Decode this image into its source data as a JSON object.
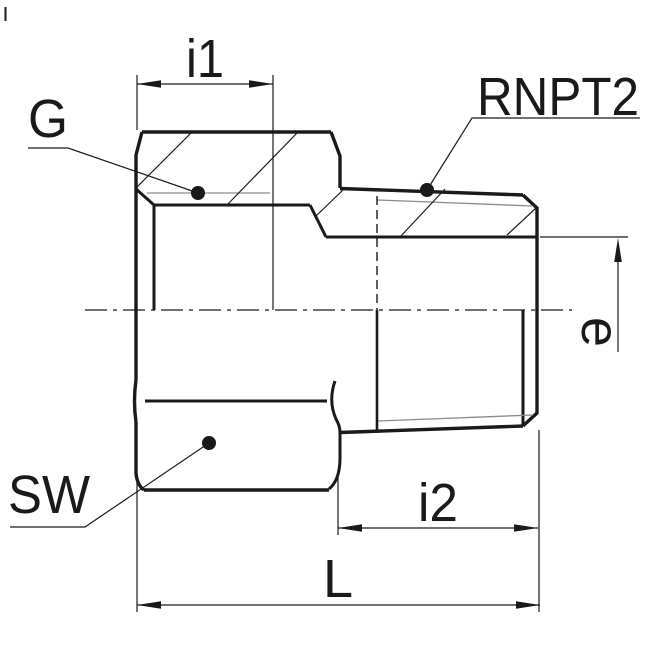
{
  "drawing": {
    "type": "technical-dimension-drawing",
    "part": "hex adapter fitting, female G thread to male tapered NPT thread",
    "labels": {
      "i1": "i1",
      "g_thread": "G",
      "wrench_size": "SW",
      "npt_thread": "RNPT2",
      "i2": "i2",
      "overall_length": "L",
      "end_diameter": "e"
    },
    "colors": {
      "line": "#1a1a1a",
      "thin_thread_line": "#8c8c8c",
      "background": "#ffffff"
    }
  }
}
